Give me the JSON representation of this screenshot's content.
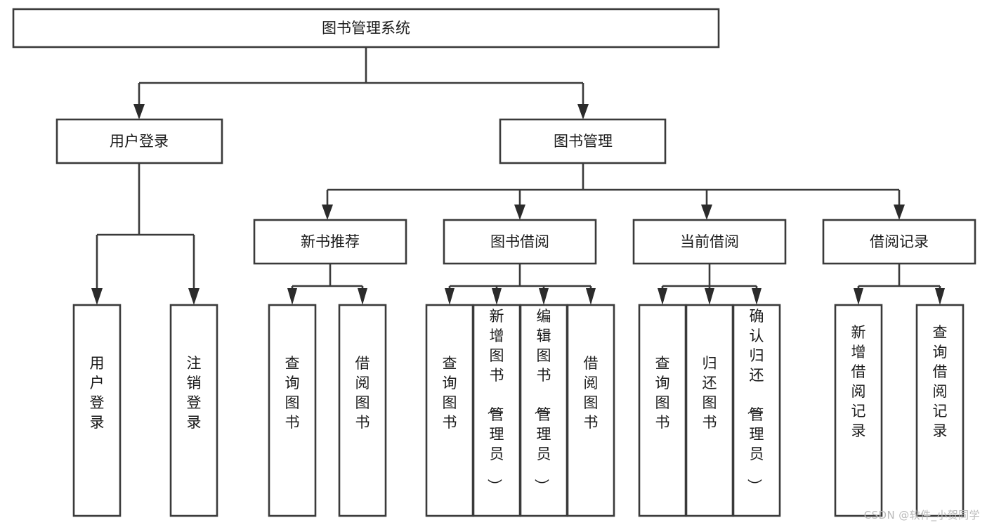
{
  "diagram": {
    "title": "图书管理系统",
    "type": "hierarchy-tree",
    "watermark": "CSDN @软件_小贺同学",
    "colors": {
      "box_stroke": "#3a3a3a",
      "box_fill": "#ffffff",
      "connector": "#3a3a3a",
      "arrow": "#2b2b2b",
      "text": "#1b1b1b",
      "watermark": "#b9b9b9",
      "background": "#ffffff"
    },
    "root": {
      "label": "图书管理系统"
    },
    "level2": [
      {
        "label": "用户登录"
      },
      {
        "label": "图书管理"
      }
    ],
    "level3": [
      {
        "label": "新书推荐"
      },
      {
        "label": "图书借阅"
      },
      {
        "label": "当前借阅"
      },
      {
        "label": "借阅记录"
      }
    ],
    "leaves": {
      "user_login": [
        {
          "label": "用户登录"
        },
        {
          "label": "注销登录"
        }
      ],
      "new_book": [
        {
          "label": "查询图书"
        },
        {
          "label": "借阅图书"
        }
      ],
      "book_borrow": [
        {
          "label": "查询图书"
        },
        {
          "label": "新增图书（管理员）"
        },
        {
          "label": "编辑图书（管理员）"
        },
        {
          "label": "借阅图书"
        }
      ],
      "current_borrow": [
        {
          "label": "查询图书"
        },
        {
          "label": "归还图书"
        },
        {
          "label": "确认归还（管理员）"
        }
      ],
      "borrow_record": [
        {
          "label": "新增借阅记录"
        },
        {
          "label": "查询借阅记录"
        }
      ]
    }
  }
}
